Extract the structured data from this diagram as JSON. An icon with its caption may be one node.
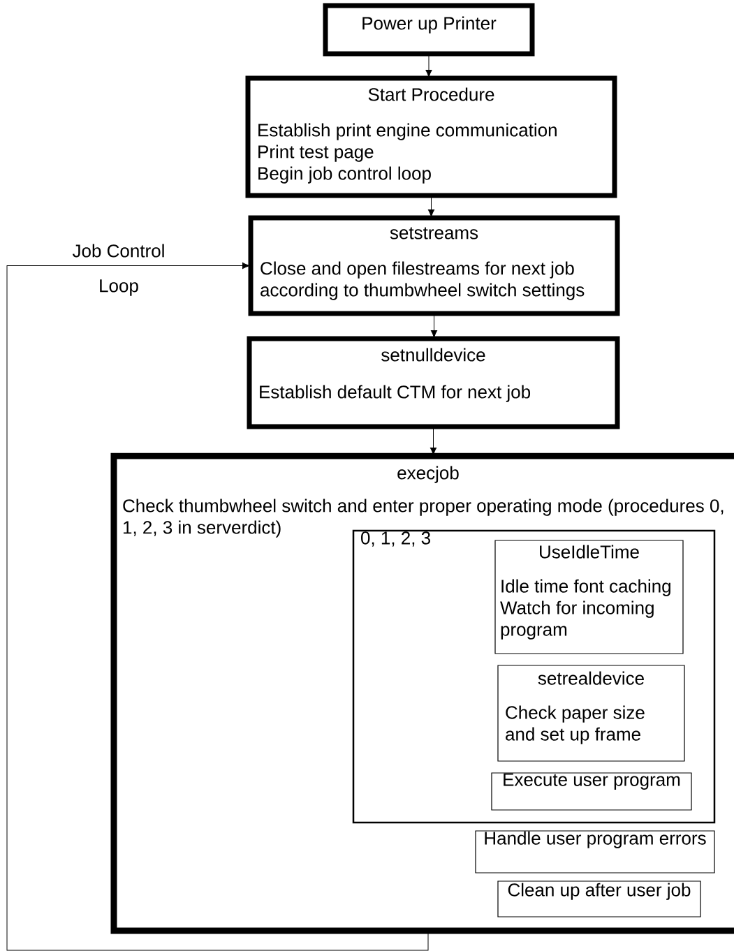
{
  "diagram": {
    "nodes": [
      {
        "text": [
          "Power up Printer"
        ]
      },
      {
        "text": [
          "Start Procedure",
          "Establish print engine communication",
          "Print test page",
          "Begin job control loop"
        ]
      },
      {
        "text": [
          "setstreams",
          "Close and open filestreams for next job according to thumbwheel switch settings"
        ]
      },
      {
        "text": [
          "setnulldevice",
          "Establish default CTM for next job"
        ]
      },
      {
        "text": [
          "execjob",
          "Check thumbwheel switch and enter proper operating mode (procedures 0, 1, 2, 3 in serverdict)"
        ]
      },
      {
        "text": [
          "0, 1, 2, 3"
        ],
        "in": 4
      },
      {
        "text": [
          "UseIdleTime",
          "Idle time font caching",
          "Watch for incoming program"
        ],
        "in": 5
      },
      {
        "text": [
          "setrealdevice",
          "Check paper size and set up frame"
        ],
        "in": 5
      },
      {
        "text": [
          "Execute user program"
        ],
        "in": 5
      },
      {
        "text": [
          "Handle user program errors"
        ],
        "in": 4
      },
      {
        "text": [
          "Clean up after user job"
        ],
        "in": 4
      }
    ],
    "edges": [
      {
        "from": 0,
        "to": 1,
        "arrow": "to"
      },
      {
        "from": 1,
        "to": 2,
        "arrow": "to"
      },
      {
        "from": 2,
        "to": 3,
        "arrow": "to"
      },
      {
        "from": 3,
        "to": 4,
        "arrow": "to"
      },
      {
        "from": 4,
        "to": 2,
        "arrow": "to"
      }
    ],
    "labels": [
      "Job Control",
      "Loop"
    ]
  }
}
